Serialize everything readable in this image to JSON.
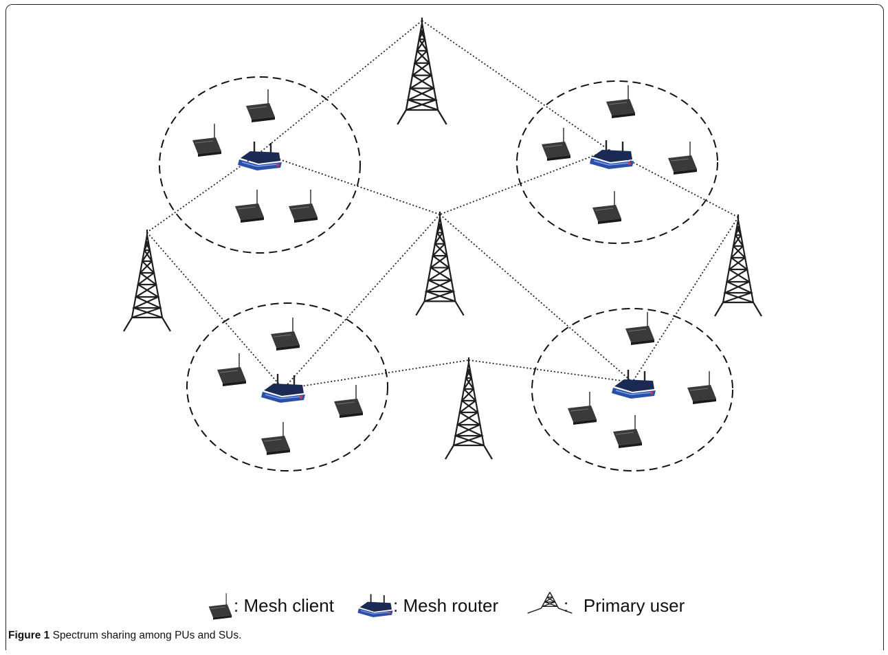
{
  "figure": {
    "caption_label": "Figure 1",
    "caption_text": " Spectrum sharing among PUs and SUs."
  },
  "legend": {
    "items": [
      {
        "icon": "mesh-client-icon",
        "label": ": Mesh client"
      },
      {
        "icon": "mesh-router-icon",
        "label": ": Mesh router"
      },
      {
        "icon": "primary-user-tower-icon",
        "label": ":   Primary user"
      }
    ]
  },
  "colors": {
    "client_body": "#3a3a3a",
    "router_body": "#2a4fa8",
    "tower": "#1e1e1e",
    "link": "#222222"
  }
}
